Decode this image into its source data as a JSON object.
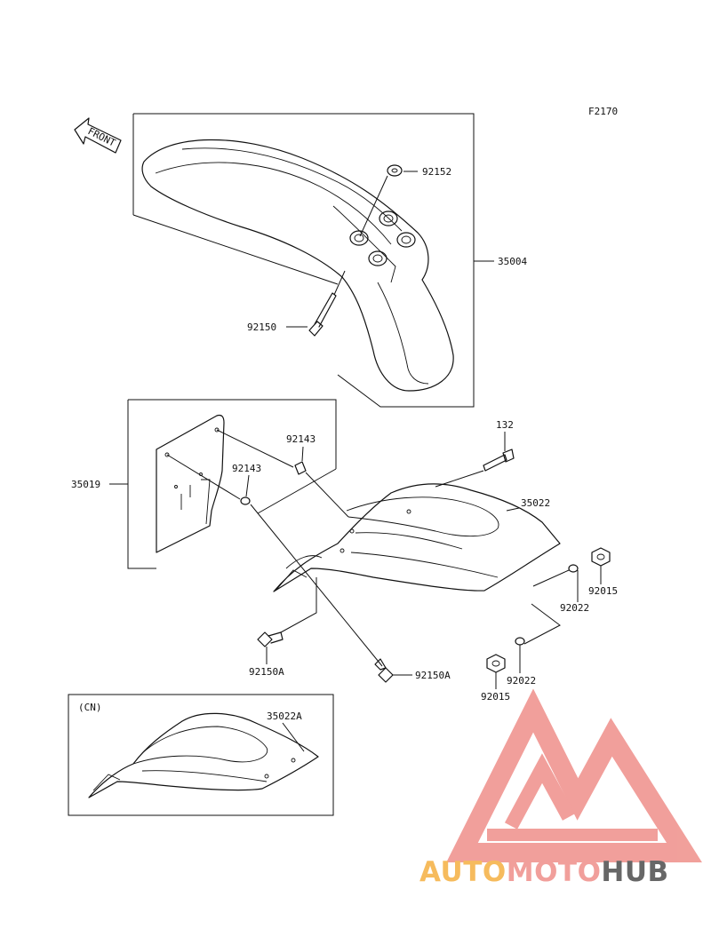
{
  "figure_code": "F2170",
  "front_label": "FRONT",
  "parts": {
    "front_fender": "35004",
    "front_fender_washer": "92152",
    "front_fender_bolt": "92150",
    "plate_holder": "35019",
    "plate_washer_upper": "92143",
    "plate_washer_lower": "92143",
    "rear_fender": "35022",
    "rear_bolt_132": "132",
    "rear_bolt_left": "92150A",
    "rear_bolt_right": "92150A",
    "rear_nut_upper": "92015",
    "rear_washer_upper": "92022",
    "rear_washer_lower": "92022",
    "rear_nut_lower": "92015",
    "cn_fender": "35022A"
  },
  "cn_box_label": "(CN)",
  "watermark": {
    "part1": "AUTO",
    "part2": "MOTO",
    "part3": "HUB",
    "color_light": "#f5b041",
    "color_mid": "#ef8f8a",
    "color_dark": "#4d4d4d"
  }
}
